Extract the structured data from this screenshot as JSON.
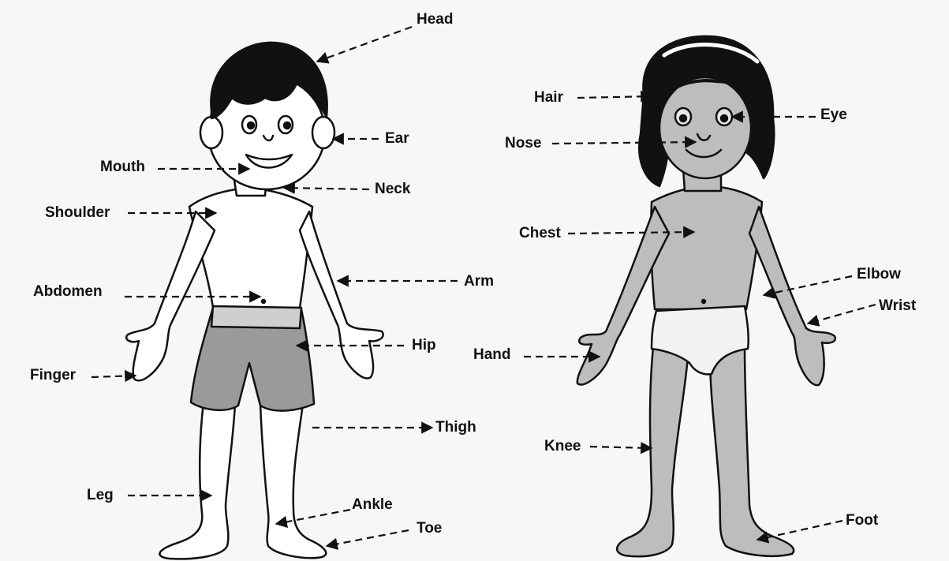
{
  "boy": {
    "labels": {
      "head": "Head",
      "ear": "Ear",
      "mouth": "Mouth",
      "neck": "Neck",
      "shoulder": "Shoulder",
      "abdomen": "Abdomen",
      "arm": "Arm",
      "hip": "Hip",
      "finger": "Finger",
      "thigh": "Thigh",
      "leg": "Leg",
      "ankle": "Ankle",
      "toe": "Toe"
    }
  },
  "girl": {
    "labels": {
      "hair": "Hair",
      "eye": "Eye",
      "nose": "Nose",
      "chest": "Chest",
      "elbow": "Elbow",
      "wrist": "Wrist",
      "hand": "Hand",
      "knee": "Knee",
      "foot": "Foot"
    }
  },
  "colors": {
    "ink": "#111111",
    "background": "#f7f7f5",
    "boy_skin": "#ffffff",
    "boy_shorts": "#9a9a9a",
    "girl_skin": "#bdbdbd",
    "girl_underwear": "#f2f2f2",
    "hair": "#111111"
  }
}
